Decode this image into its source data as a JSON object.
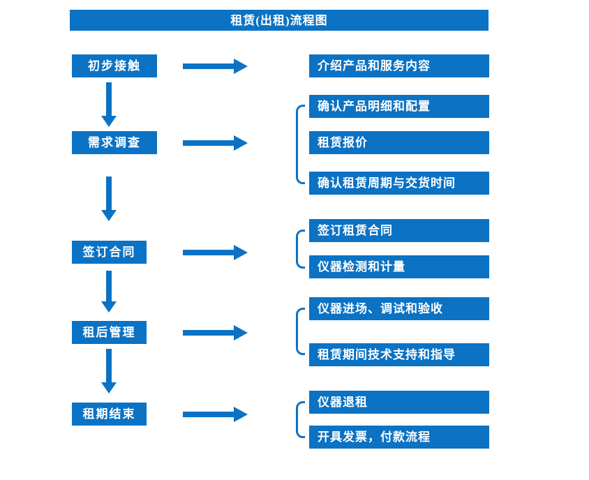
{
  "title": "租赁(出租)流程图",
  "colors": {
    "primary": "#0b72c4",
    "box_text": "#ffffff",
    "page_background": "#ffffff"
  },
  "flow": {
    "steps": [
      {
        "label": "初步接触",
        "details": [
          "介绍产品和服务内容"
        ]
      },
      {
        "label": "需求调查",
        "details": [
          "确认产品明细和配置",
          "租赁报价",
          "确认租赁周期与交货时间"
        ]
      },
      {
        "label": "签订合同",
        "details": [
          "签订租赁合同",
          "仪器检测和计量"
        ]
      },
      {
        "label": "租后管理",
        "details": [
          "仪器进场、调试和验收",
          "租赁期间技术支持和指导"
        ]
      },
      {
        "label": "租期结束",
        "details": [
          "仪器退租",
          "开具发票，付款流程"
        ]
      }
    ]
  }
}
